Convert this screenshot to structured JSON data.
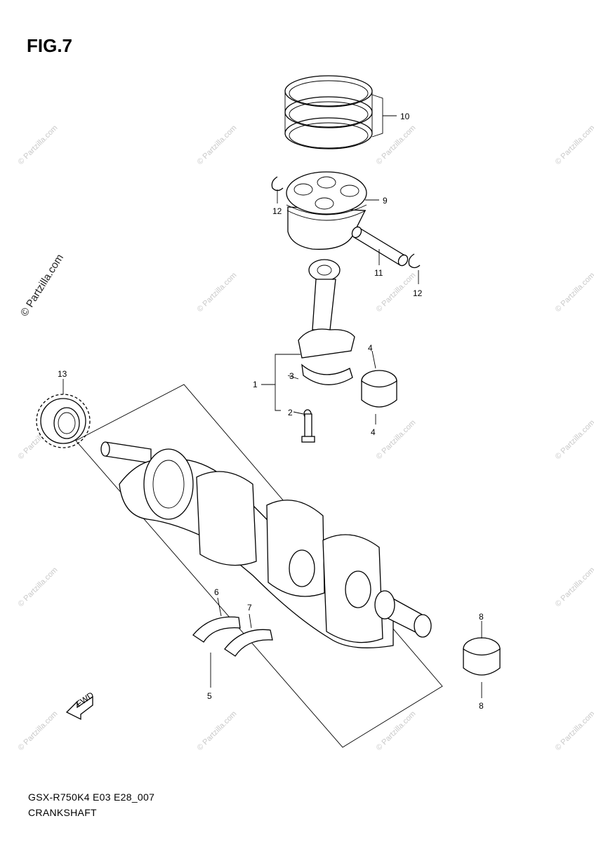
{
  "figure": {
    "title": "FIG.7",
    "model_code": "GSX-R750K4 E03 E28_007",
    "name": "CRANKSHAFT"
  },
  "watermark": {
    "side_text": "© Partzilla.com",
    "tile_text": "© Partzilla.com"
  },
  "callouts": {
    "c1": "1",
    "c2": "2",
    "c3": "3",
    "c4a": "4",
    "c4b": "4",
    "c5": "5",
    "c6": "6",
    "c7": "7",
    "c8a": "8",
    "c8b": "8",
    "c9": "9",
    "c10": "10",
    "c11": "11",
    "c12a": "12",
    "c12b": "12",
    "c13": "13"
  },
  "fwd_arrow": {
    "label": "FWD"
  }
}
